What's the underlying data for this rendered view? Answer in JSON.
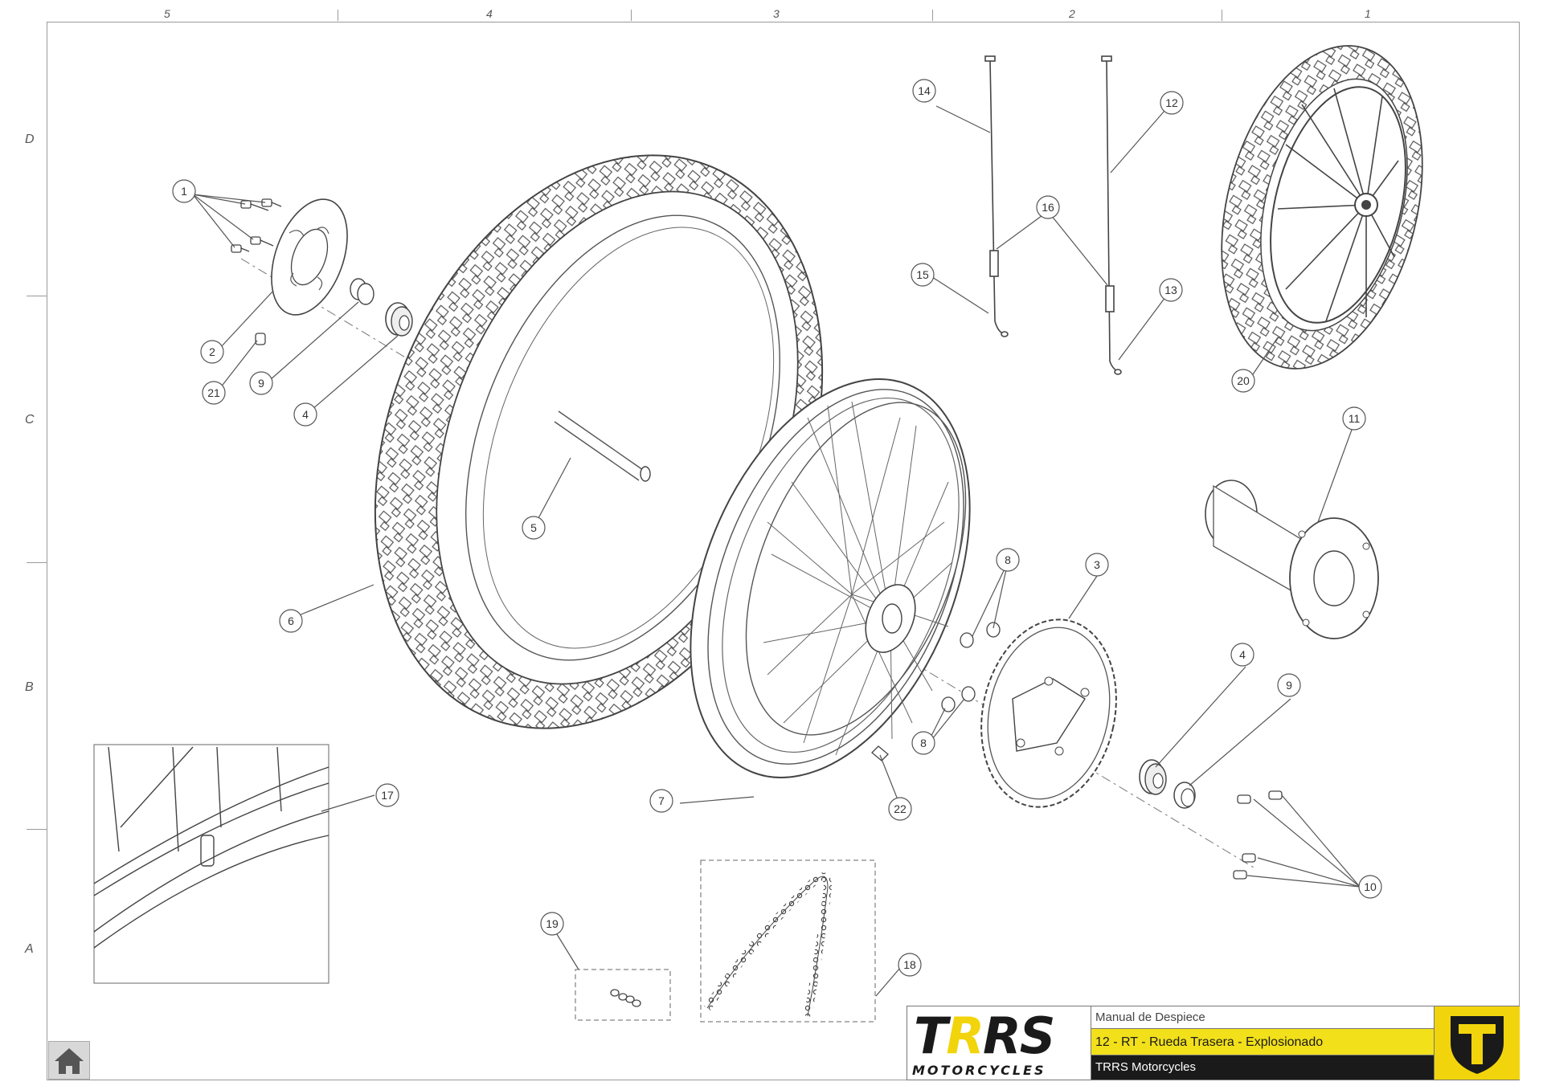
{
  "grid": {
    "columns": [
      "5",
      "4",
      "3",
      "2",
      "1"
    ],
    "rows": [
      "D",
      "C",
      "B",
      "A"
    ]
  },
  "callouts": [
    "1",
    "2",
    "21",
    "9",
    "4",
    "5",
    "6",
    "14",
    "12",
    "16",
    "15",
    "13",
    "20",
    "11",
    "8",
    "3",
    "4",
    "9",
    "8",
    "7",
    "22",
    "10",
    "17",
    "19",
    "18"
  ],
  "title_block": {
    "logo_main": "TRRS",
    "logo_accent_char": "R",
    "logo_sub": "MOTORCYCLES",
    "document_type": "Manual de Despiece",
    "drawing_title": "12 - RT - Rueda Trasera - Explosionado",
    "company": "TRRS Motorcycles"
  },
  "icons": {
    "home": "home-icon",
    "brand": "trrs-shield-icon"
  },
  "colors": {
    "accent_yellow": "#f2e01b",
    "logo_yellow": "#f2d40c",
    "dark": "#1a1a1a",
    "line": "#555555"
  }
}
